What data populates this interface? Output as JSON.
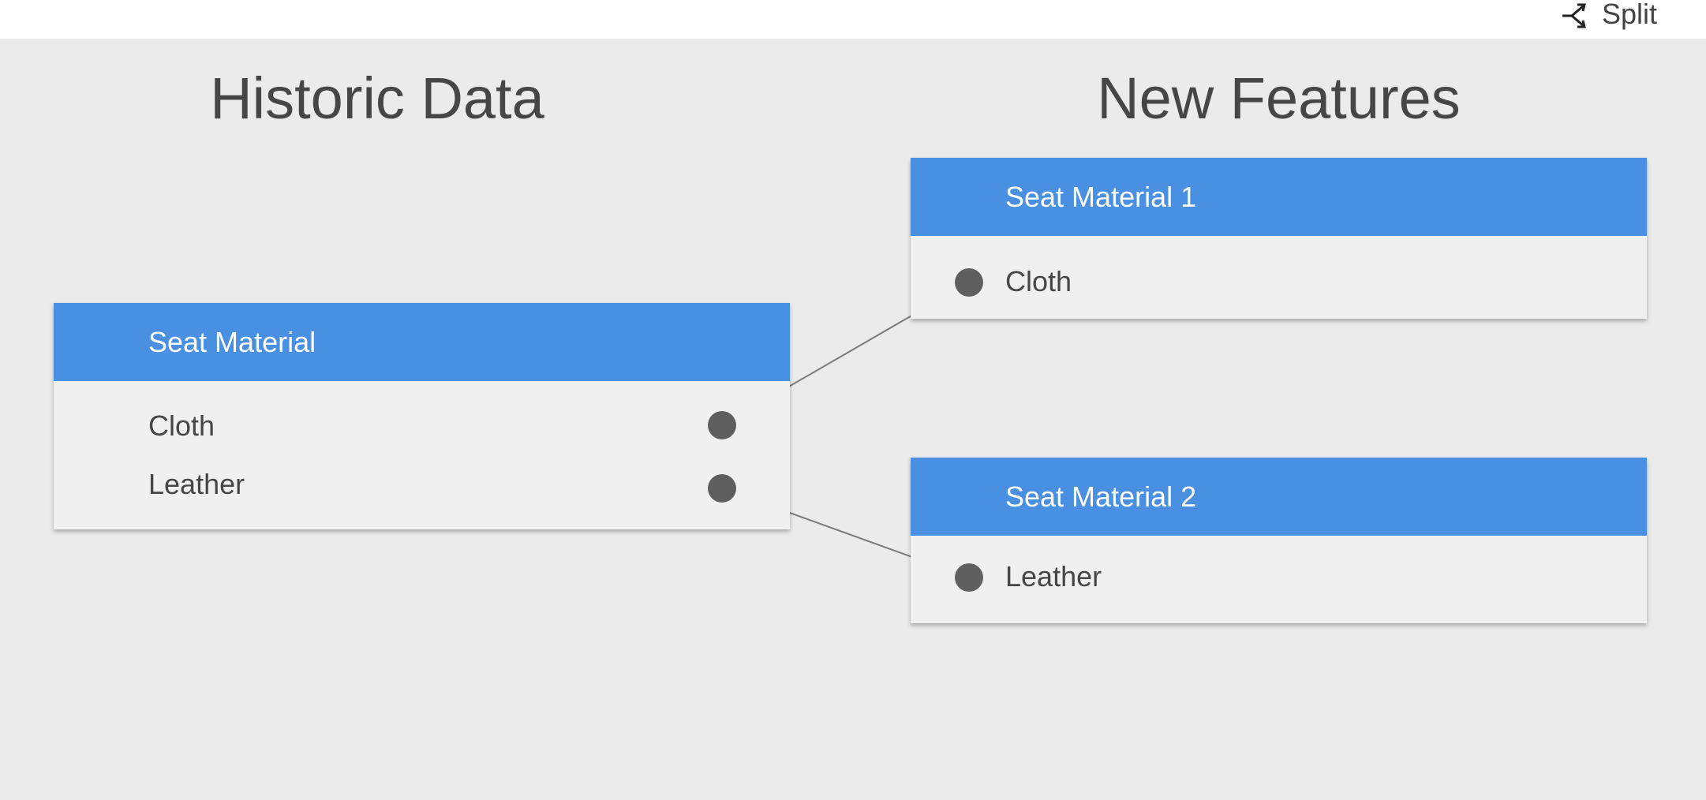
{
  "toolbar": {
    "split_label": "Split",
    "split_icon": "split-arrow-icon"
  },
  "columns": {
    "historic_title": "Historic Data",
    "new_title": "New Features"
  },
  "historic_node": {
    "title": "Seat Material",
    "items": [
      "Cloth",
      "Leather"
    ]
  },
  "new_nodes": [
    {
      "title": "Seat Material 1",
      "items": [
        "Cloth"
      ]
    },
    {
      "title": "Seat Material 2",
      "items": [
        "Leather"
      ]
    }
  ],
  "links": [
    {
      "from": "Seat Material.Cloth",
      "to": "Seat Material 1.Cloth"
    },
    {
      "from": "Seat Material.Leather",
      "to": "Seat Material 2.Leather"
    }
  ],
  "colors": {
    "header": "#4a90e2",
    "port": "#5f5f5f",
    "background": "#ebebeb"
  }
}
